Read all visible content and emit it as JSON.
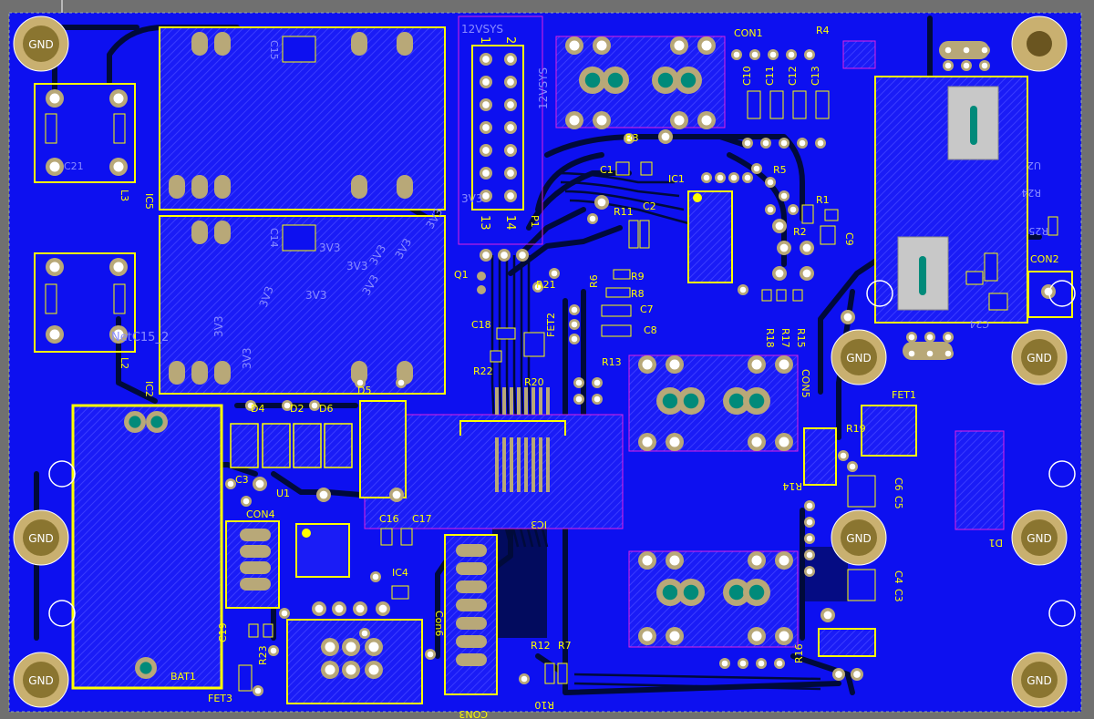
{
  "colors": {
    "background": "#707070",
    "board": "#0d10f0",
    "board_dark": "#05068a",
    "trace": "#000a3a",
    "silk": "#ffff00",
    "keepout": "#e020e0",
    "pad": "#b8a878",
    "pad_hole": "#008a7a",
    "mount_pad": "#c9b070"
  },
  "labels": {
    "gnd": "GND",
    "net_3v3": "3V3",
    "net_12vsys": "12VSYS",
    "net_c15": "NetC15_2",
    "header_pin1": "1",
    "header_pin2": "2",
    "header_pin13": "13",
    "header_pin14": "14"
  },
  "designators": [
    {
      "id": "con1",
      "text": "CON1"
    },
    {
      "id": "r4",
      "text": "R4"
    },
    {
      "id": "c10",
      "text": "C10"
    },
    {
      "id": "c11",
      "text": "C11"
    },
    {
      "id": "c12",
      "text": "C12"
    },
    {
      "id": "c13",
      "text": "C13"
    },
    {
      "id": "r3",
      "text": "R3"
    },
    {
      "id": "c1",
      "text": "C1"
    },
    {
      "id": "ic1",
      "text": "IC1"
    },
    {
      "id": "r5",
      "text": "R5"
    },
    {
      "id": "c2",
      "text": "C2"
    },
    {
      "id": "r11",
      "text": "R11"
    },
    {
      "id": "r1",
      "text": "R1"
    },
    {
      "id": "r2",
      "text": "R2"
    },
    {
      "id": "c9",
      "text": "C9"
    },
    {
      "id": "q1",
      "text": "Q1"
    },
    {
      "id": "r21",
      "text": "R21"
    },
    {
      "id": "r6",
      "text": "R6"
    },
    {
      "id": "r9",
      "text": "R9"
    },
    {
      "id": "r8",
      "text": "R8"
    },
    {
      "id": "c7",
      "text": "C7"
    },
    {
      "id": "c8",
      "text": "C8"
    },
    {
      "id": "fet2",
      "text": "FET2"
    },
    {
      "id": "c18",
      "text": "C18"
    },
    {
      "id": "r22",
      "text": "R22"
    },
    {
      "id": "r20",
      "text": "R20"
    },
    {
      "id": "r13",
      "text": "R13"
    },
    {
      "id": "r18",
      "text": "R18"
    },
    {
      "id": "r17",
      "text": "R17"
    },
    {
      "id": "r15",
      "text": "R15"
    },
    {
      "id": "con5",
      "text": "CON5"
    },
    {
      "id": "con2",
      "text": "CON2"
    },
    {
      "id": "u2",
      "text": "U2"
    },
    {
      "id": "r24",
      "text": "R24"
    },
    {
      "id": "r25",
      "text": "R25"
    },
    {
      "id": "c24",
      "text": "C24"
    },
    {
      "id": "fet1",
      "text": "FET1"
    },
    {
      "id": "r19",
      "text": "R19"
    },
    {
      "id": "r14",
      "text": "R14"
    },
    {
      "id": "c6",
      "text": "C6"
    },
    {
      "id": "c5",
      "text": "C5"
    },
    {
      "id": "d1",
      "text": "D1"
    },
    {
      "id": "c4",
      "text": "C4"
    },
    {
      "id": "c3",
      "text": "C3"
    },
    {
      "id": "r16",
      "text": "R16"
    },
    {
      "id": "r10",
      "text": "R10"
    },
    {
      "id": "r12",
      "text": "R12"
    },
    {
      "id": "r7",
      "text": "R7"
    },
    {
      "id": "con3",
      "text": "CON3"
    },
    {
      "id": "con6",
      "text": "Con6"
    },
    {
      "id": "ic4",
      "text": "IC4"
    },
    {
      "id": "c16",
      "text": "C16"
    },
    {
      "id": "c17",
      "text": "C17"
    },
    {
      "id": "ic3",
      "text": "IC3"
    },
    {
      "id": "u1",
      "text": "U1"
    },
    {
      "id": "con4",
      "text": "CON4"
    },
    {
      "id": "c19",
      "text": "C19"
    },
    {
      "id": "r23",
      "text": "R23"
    },
    {
      "id": "fet3",
      "text": "FET3"
    },
    {
      "id": "bat1",
      "text": "BAT1"
    },
    {
      "id": "d4",
      "text": "D4"
    },
    {
      "id": "d2",
      "text": "D2"
    },
    {
      "id": "d6",
      "text": "D6"
    },
    {
      "id": "d5",
      "text": "D5"
    },
    {
      "id": "ic2",
      "text": "IC2"
    },
    {
      "id": "l2",
      "text": "L2"
    },
    {
      "id": "ic5",
      "text": "IC5"
    },
    {
      "id": "l3",
      "text": "L3"
    },
    {
      "id": "c14",
      "text": "C14"
    },
    {
      "id": "c15",
      "text": "C15"
    },
    {
      "id": "p1",
      "text": "P1"
    },
    {
      "id": "c3b",
      "text": "C3"
    },
    {
      "id": "c21",
      "text": "C21"
    }
  ]
}
